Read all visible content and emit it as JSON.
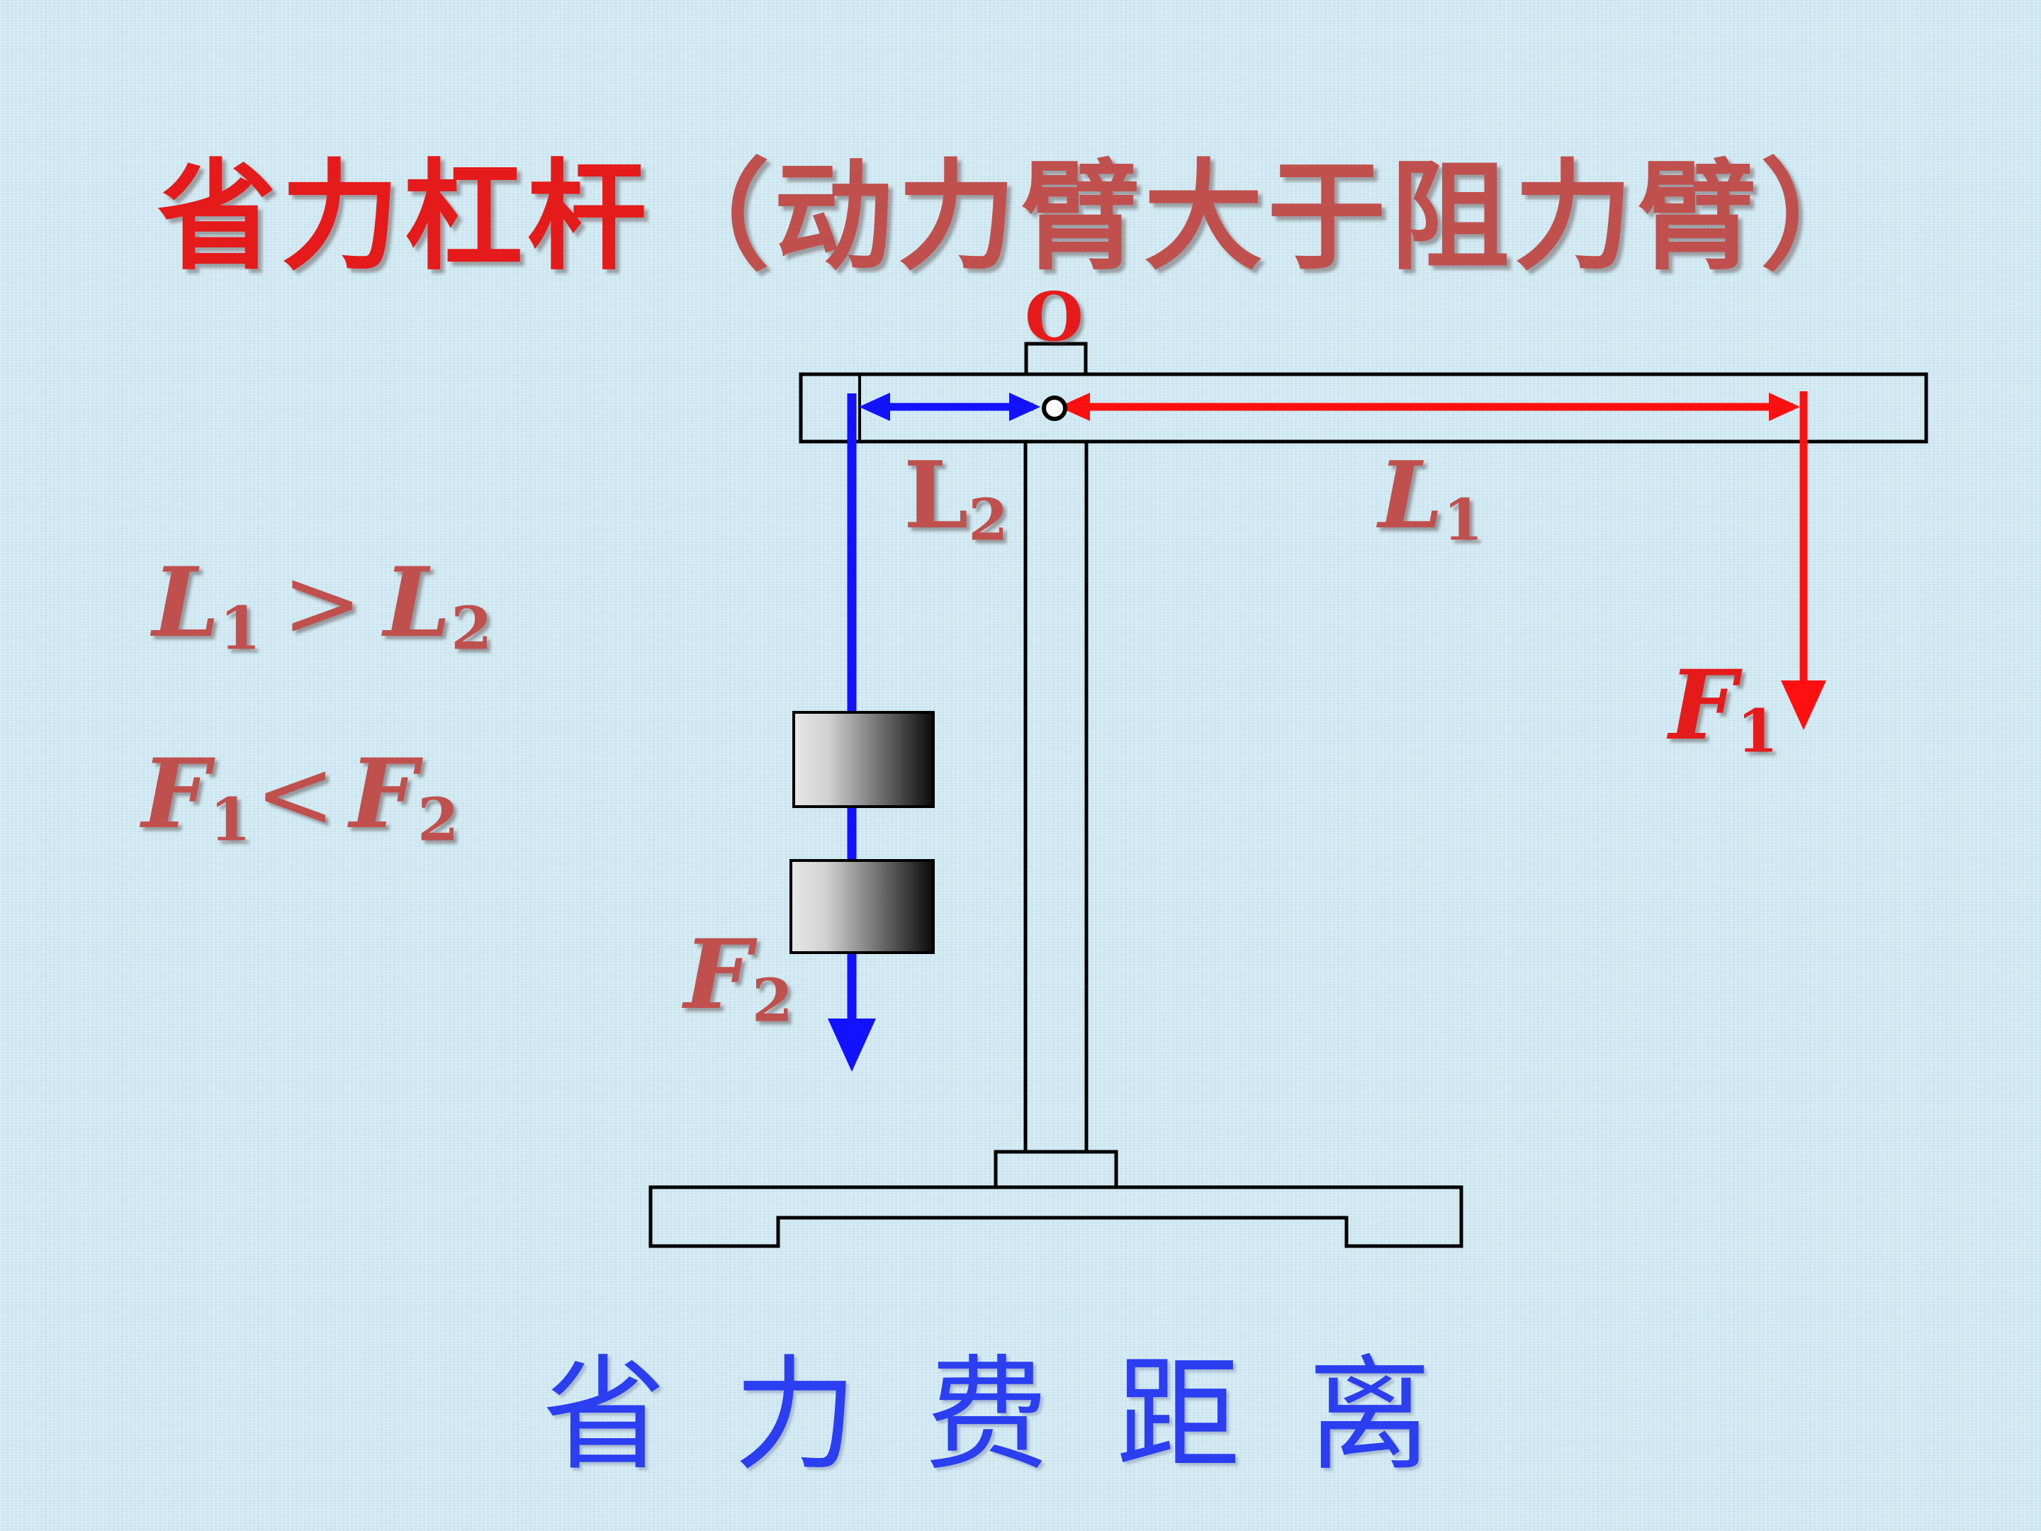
{
  "title": {
    "part1": "省力杠杆",
    "part2": "（动力臂大于阻力臂）"
  },
  "fulcrum_label": "O",
  "labels": {
    "l2": {
      "letter": "L",
      "sub": "2"
    },
    "l1": {
      "letter": "L",
      "sub": "1"
    },
    "f1": {
      "letter": "F",
      "sub": "1"
    },
    "f2": {
      "letter": "F",
      "sub": "2"
    }
  },
  "relations": {
    "line1": {
      "a": "L",
      "a_sub": "1",
      "op": ">",
      "b": "L",
      "b_sub": "2"
    },
    "line2": {
      "a": "F",
      "a_sub": "1",
      "op": "<",
      "b": "F",
      "b_sub": "2"
    }
  },
  "bottom_text": "省力费距离",
  "colors": {
    "title_red": "#e51a1a",
    "title_brown": "#c0504d",
    "resistance_arm": "#1212ff",
    "effort_arm": "#ff1010",
    "bottom_text": "#2b3ef0"
  }
}
